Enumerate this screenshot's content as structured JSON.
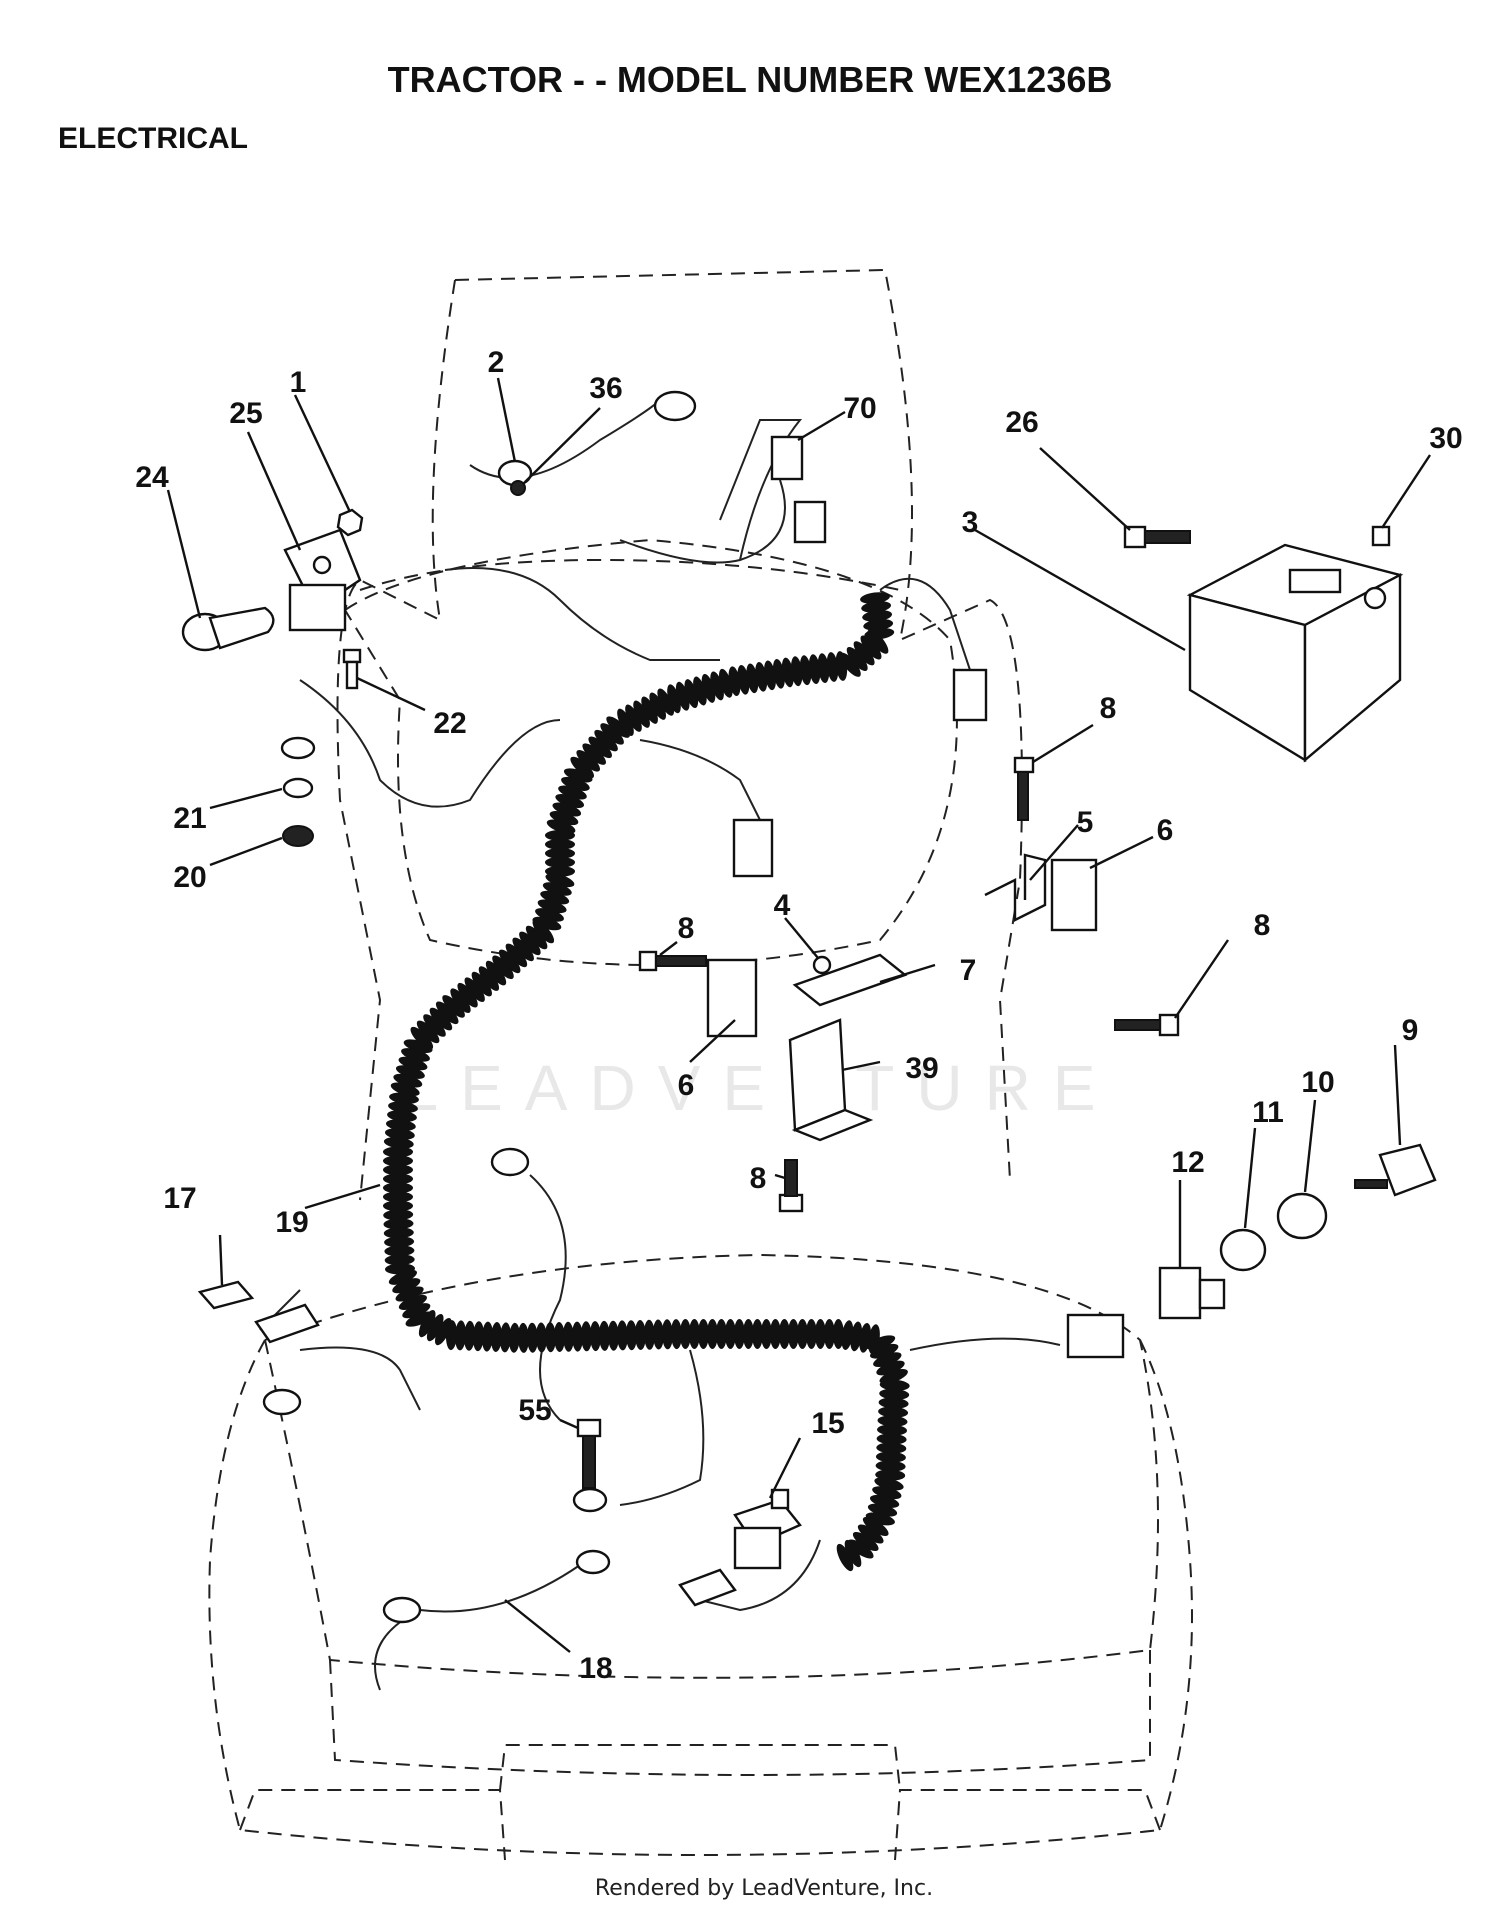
{
  "header": {
    "title": "TRACTOR - - MODEL NUMBER WEX1236B",
    "section": "ELECTRICAL"
  },
  "watermark": "LEADVENTURE",
  "footer": "Rendered by LeadVenture, Inc.",
  "callouts": {
    "c1": "1",
    "c2": "2",
    "c3": "3",
    "c4": "4",
    "c5": "5",
    "c6a": "6",
    "c6b": "6",
    "c7": "7",
    "c8a": "8",
    "c8b": "8",
    "c8c": "8",
    "c8d": "8",
    "c9": "9",
    "c10": "10",
    "c11": "11",
    "c12": "12",
    "c15": "15",
    "c17": "17",
    "c18": "18",
    "c19": "19",
    "c20": "20",
    "c21": "21",
    "c22": "22",
    "c24": "24",
    "c25": "25",
    "c26": "26",
    "c30": "30",
    "c36": "36",
    "c39": "39",
    "c55": "55",
    "c70": "70"
  }
}
